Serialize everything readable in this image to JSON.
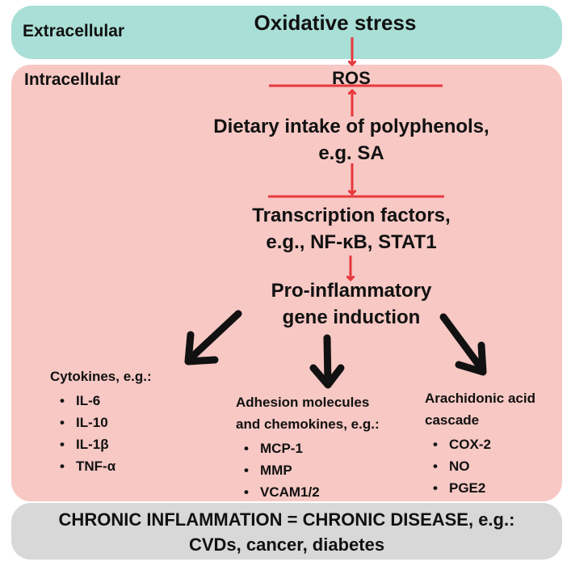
{
  "labels": {
    "extracellular": "Extracellular",
    "intracellular": "Intracellular"
  },
  "nodes": {
    "oxidative_stress": "Oxidative stress",
    "ros": "ROS",
    "polyphenols_line1": "Dietary intake of polyphenols,",
    "polyphenols_line2": "e.g. SA",
    "transcription_line1": "Transcription factors,",
    "transcription_line2": "e.g., NF-κB, STAT1",
    "gene_line1": "Pro-inflammatory",
    "gene_line2": "gene induction"
  },
  "branches": {
    "cytokines": {
      "title": "Cytokines, e.g.:",
      "items": [
        "IL-6",
        "IL-10",
        "IL-1β",
        "TNF-α"
      ]
    },
    "adhesion": {
      "title_line1": "Adhesion molecules",
      "title_line2": "and chemokines, e.g.:",
      "items": [
        "MCP-1",
        "MMP",
        "VCAM1/2"
      ]
    },
    "arachidonic": {
      "title_line1": "Arachidonic acid",
      "title_line2": "cascade",
      "items": [
        "COX-2",
        "NO",
        "PGE2"
      ]
    }
  },
  "outcome": {
    "line1": "CHRONIC INFLAMMATION = CHRONIC DISEASE, e.g.:",
    "line2": "CVDs, cancer, diabetes"
  },
  "colors": {
    "extracellular_bg": "#a9dfd7",
    "intracellular_bg": "#f7c8c4",
    "outcome_bg": "#d8d8d8",
    "red_arrow": "#e8383d",
    "black_arrow": "#111111"
  }
}
